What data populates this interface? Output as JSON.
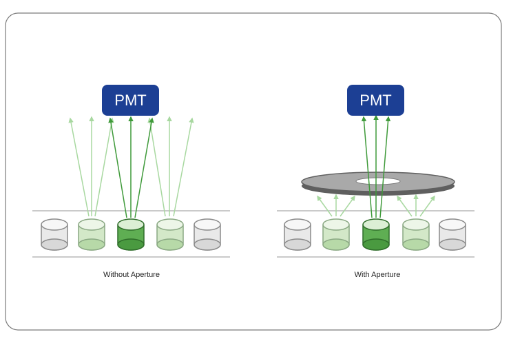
{
  "colors": {
    "frame_border": "#7a7a7a",
    "pmt_fill": "#1c3f94",
    "pmt_text": "#ffffff",
    "green_strong": "#3f9a3a",
    "green_light": "#a8d8a0",
    "cyl_grey_fill": "#e9e9e9",
    "cyl_grey_stroke": "#8a8a8a",
    "cyl_lightgreen_fill": "#d3e8c8",
    "cyl_darkgreen_fill": "#5fae53",
    "aperture_fill": "#a9a9a9",
    "aperture_stroke": "#5f5f5f"
  },
  "panels": [
    {
      "id": "without",
      "detector": "PMT",
      "caption": "Without Aperture"
    },
    {
      "id": "with",
      "detector": "PMT",
      "caption": "With Aperture"
    }
  ]
}
